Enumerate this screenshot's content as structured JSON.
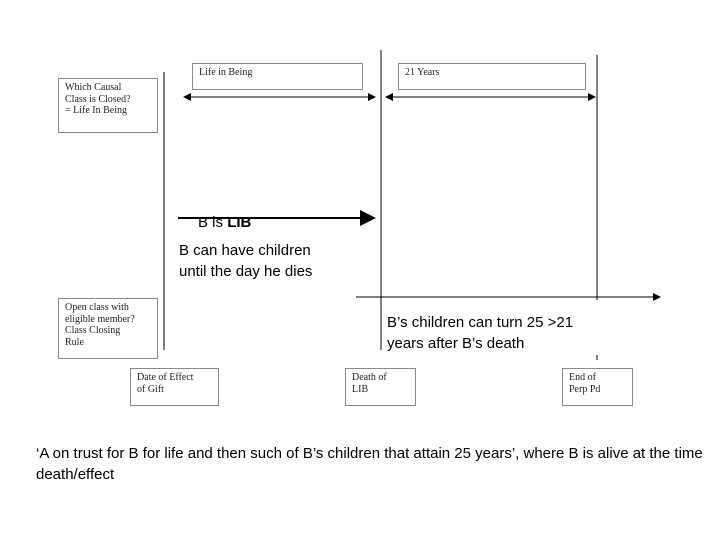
{
  "boxes": {
    "life_in_being": "Life in Being",
    "twenty_one_years": "21 Years",
    "which_causal_class": "Which Causal\nClass is Closed?\n= Life In Being",
    "open_class": "Open class with\neligible member?\nClass Closing\nRule",
    "date_of_effect": "Date of Effect\nof Gift",
    "death_of_lib": "Death of\nLIB",
    "end_of_perp": "End of\nPerp Pd"
  },
  "labels": {
    "b_is": "B is ",
    "lib": "LIB",
    "b_can_have_children": "B can have children\nuntil the day he dies",
    "b_children_can_turn": "B’s children can turn 25 >21\nyears after B’s death"
  },
  "caption": "‘A on trust for B for life and then such of B’s children that attain 25 years’, where B is alive at the time death/effect"
}
